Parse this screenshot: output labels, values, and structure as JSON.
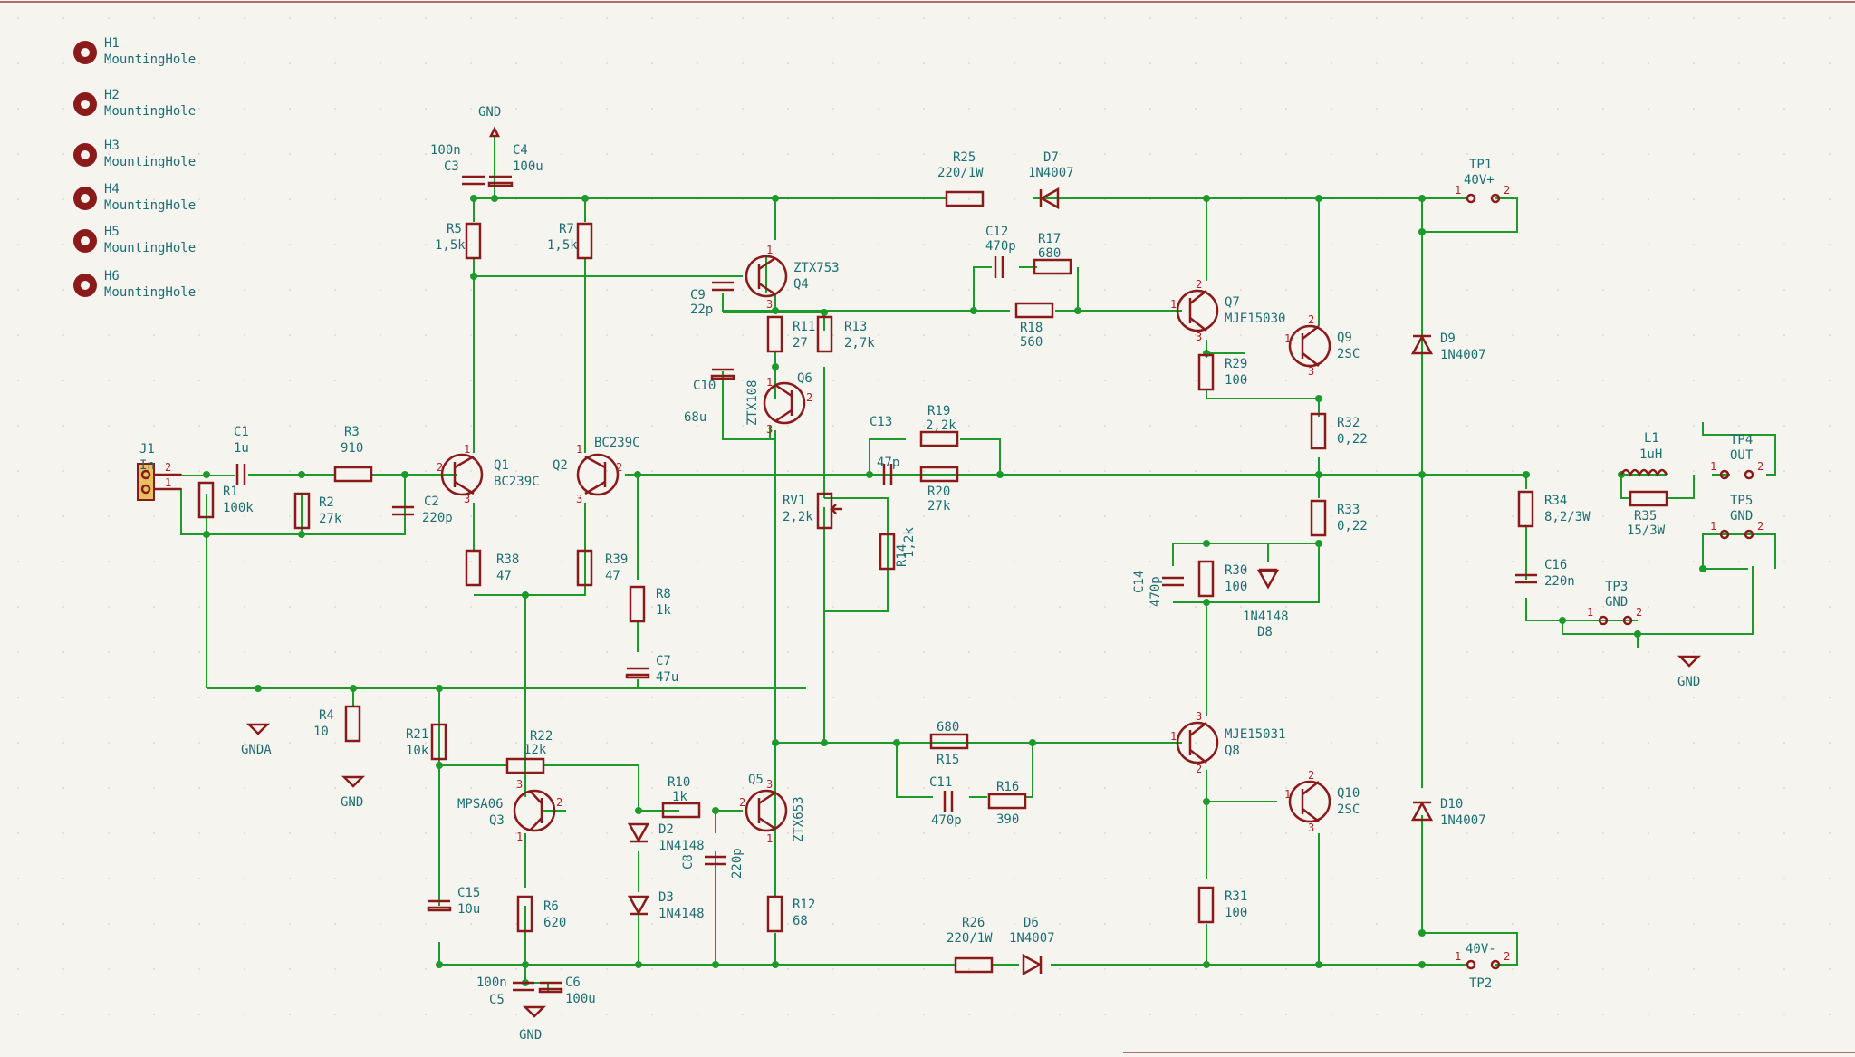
{
  "mounting_holes": [
    {
      "ref": "H1",
      "val": "MountingHole"
    },
    {
      "ref": "H2",
      "val": "MountingHole"
    },
    {
      "ref": "H3",
      "val": "MountingHole"
    },
    {
      "ref": "H4",
      "val": "MountingHole"
    },
    {
      "ref": "H5",
      "val": "MountingHole"
    },
    {
      "ref": "H6",
      "val": "MountingHole"
    }
  ],
  "input": {
    "ref": "J1",
    "val": "In"
  },
  "resistors": {
    "R1": {
      "ref": "R1",
      "val": "100k"
    },
    "R2": {
      "ref": "R2",
      "val": "27k"
    },
    "R3": {
      "ref": "R3",
      "val": "910"
    },
    "R4": {
      "ref": "R4",
      "val": "10"
    },
    "R5": {
      "ref": "R5",
      "val": "1,5k"
    },
    "R6": {
      "ref": "R6",
      "val": "620"
    },
    "R7": {
      "ref": "R7",
      "val": "1,5k"
    },
    "R8": {
      "ref": "R8",
      "val": "1k"
    },
    "R10": {
      "ref": "R10",
      "val": "1k"
    },
    "R11": {
      "ref": "R11",
      "val": "27"
    },
    "R12": {
      "ref": "R12",
      "val": "68"
    },
    "R13": {
      "ref": "R13",
      "val": "2,7k"
    },
    "R14": {
      "ref": "R14",
      "val": "1,2k"
    },
    "R15": {
      "ref": "R15",
      "val": "680"
    },
    "R16": {
      "ref": "R16",
      "val": "390"
    },
    "R17": {
      "ref": "R17",
      "val": "680"
    },
    "R18": {
      "ref": "R18",
      "val": "560"
    },
    "R19": {
      "ref": "R19",
      "val": "2,2k"
    },
    "R20": {
      "ref": "R20",
      "val": "27k"
    },
    "R21": {
      "ref": "R21",
      "val": "10k"
    },
    "R22": {
      "ref": "R22",
      "val": "12k"
    },
    "R25": {
      "ref": "R25",
      "val": "220/1W"
    },
    "R26": {
      "ref": "R26",
      "val": "220/1W"
    },
    "R29": {
      "ref": "R29",
      "val": "100"
    },
    "R30": {
      "ref": "R30",
      "val": "100"
    },
    "R31": {
      "ref": "R31",
      "val": "100"
    },
    "R32": {
      "ref": "R32",
      "val": "0,22"
    },
    "R33": {
      "ref": "R33",
      "val": "0,22"
    },
    "R34": {
      "ref": "R34",
      "val": "8,2/3W"
    },
    "R35": {
      "ref": "R35",
      "val": "15/3W"
    },
    "R38": {
      "ref": "R38",
      "val": "47"
    },
    "R39": {
      "ref": "R39",
      "val": "47"
    },
    "RV1": {
      "ref": "RV1",
      "val": "2,2k"
    }
  },
  "capacitors": {
    "C1": {
      "ref": "C1",
      "val": "1u"
    },
    "C2": {
      "ref": "C2",
      "val": "220p"
    },
    "C3": {
      "ref": "C3",
      "val": "100n"
    },
    "C4": {
      "ref": "C4",
      "val": "100u"
    },
    "C5": {
      "ref": "C5",
      "val": "100n"
    },
    "C6": {
      "ref": "C6",
      "val": "100u"
    },
    "C7": {
      "ref": "C7",
      "val": "47u"
    },
    "C8": {
      "ref": "C8",
      "val": "220p"
    },
    "C9": {
      "ref": "C9",
      "val": "22p"
    },
    "C10": {
      "ref": "C10",
      "val": "68u"
    },
    "C11": {
      "ref": "C11",
      "val": "470p"
    },
    "C12": {
      "ref": "C12",
      "val": "470p"
    },
    "C13": {
      "ref": "C13",
      "val": "47p"
    },
    "C14": {
      "ref": "C14",
      "val": "470p"
    },
    "C15": {
      "ref": "C15",
      "val": "10u"
    },
    "C16": {
      "ref": "C16",
      "val": "220n"
    }
  },
  "transistors": {
    "Q1": {
      "ref": "Q1",
      "val": "BC239C"
    },
    "Q2": {
      "ref": "Q2",
      "val": "BC239C"
    },
    "Q3": {
      "ref": "Q3",
      "val": "MPSA06"
    },
    "Q4": {
      "ref": "Q4",
      "val": "ZTX753"
    },
    "Q5": {
      "ref": "Q5",
      "val": "ZTX653"
    },
    "Q6": {
      "ref": "Q6",
      "val": "ZTX108"
    },
    "Q7": {
      "ref": "Q7",
      "val": "MJE15030"
    },
    "Q8": {
      "ref": "Q8",
      "val": "MJE15031"
    },
    "Q9": {
      "ref": "Q9",
      "val": "2SC"
    },
    "Q10": {
      "ref": "Q10",
      "val": "2SC"
    }
  },
  "diodes": {
    "D2": {
      "ref": "D2",
      "val": "1N4148"
    },
    "D3": {
      "ref": "D3",
      "val": "1N4148"
    },
    "D6": {
      "ref": "D6",
      "val": "1N4007"
    },
    "D7": {
      "ref": "D7",
      "val": "1N4007"
    },
    "D8": {
      "ref": "D8",
      "val": "1N4148"
    },
    "D9": {
      "ref": "D9",
      "val": "1N4007"
    },
    "D10": {
      "ref": "D10",
      "val": "1N4007"
    }
  },
  "inductor": {
    "ref": "L1",
    "val": "1uH"
  },
  "test_points": {
    "TP1": {
      "ref": "TP1",
      "val": "40V+"
    },
    "TP2": {
      "ref": "TP2",
      "val": "40V-"
    },
    "TP3": {
      "ref": "TP3",
      "val": "GND"
    },
    "TP4": {
      "ref": "TP4",
      "val": "OUT"
    },
    "TP5": {
      "ref": "TP5",
      "val": "GND"
    }
  },
  "power": {
    "gnd": "GND",
    "gnda": "GNDA"
  },
  "pins": {
    "p1": "1",
    "p2": "2",
    "p3": "3"
  },
  "colors": {
    "wire": "#1d9a2a",
    "component": "#8b1a1a",
    "label": "#1f6e72",
    "pin": "#b22222",
    "background": "#f5f4ef"
  }
}
